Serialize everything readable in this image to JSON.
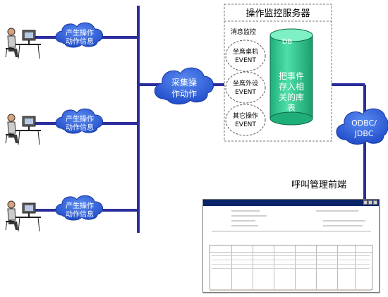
{
  "server": {
    "title": "操作监控服务器",
    "msg_label": "消息监控",
    "events": [
      {
        "line1": "坐席桌机",
        "line2": "EVENT"
      },
      {
        "line1": "坐席外设",
        "line2": "EVENT"
      },
      {
        "line1": "其它操作",
        "line2": "EVENT"
      }
    ],
    "db": {
      "label": "DB",
      "text": [
        "把事件",
        "存入相",
        "关的库",
        "表"
      ]
    }
  },
  "clouds": {
    "produce": [
      "产生操作",
      "动作信息"
    ],
    "collect": [
      "采集操",
      "作动作"
    ],
    "odbc": [
      "ODBC/",
      "JDBC"
    ]
  },
  "frontend_label": "呼叫管理前端",
  "colors": {
    "bus": "#2b2d9b",
    "cloud_fill": "#2f62dc",
    "cylinder": "#27c98f",
    "dashed": "#555555"
  }
}
